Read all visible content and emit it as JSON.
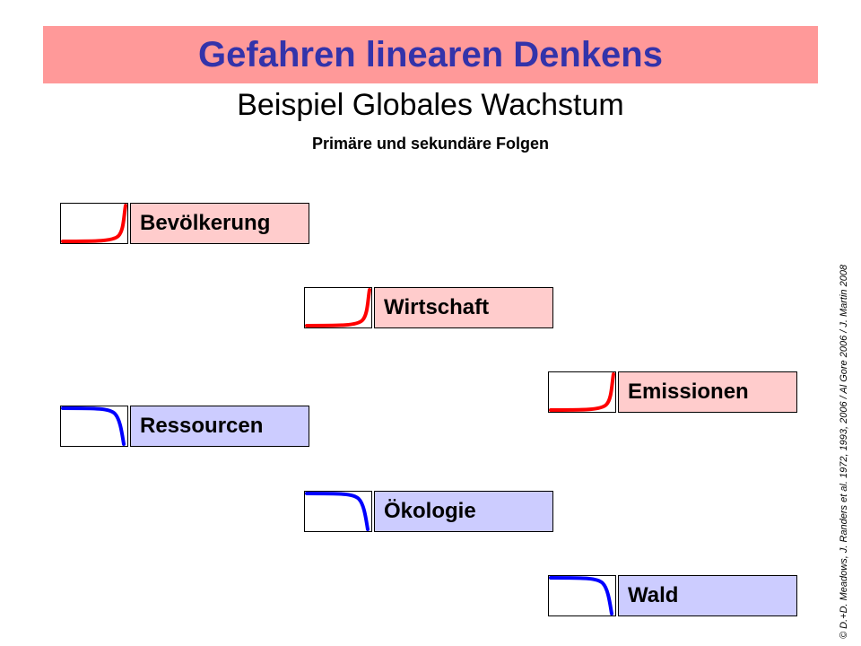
{
  "title": "Gefahren linearen Denkens",
  "subtitle": "Beispiel Globales Wachstum",
  "subsubtitle": "Primäre und sekundäre Folgen",
  "colors": {
    "title_bg": "#ff9999",
    "title_text": "#3333aa",
    "growth_curve": "#ff0000",
    "decline_curve": "#0000ff",
    "growth_box": "#ffcccc",
    "decline_box": "#ccccff"
  },
  "nodes": [
    {
      "label": "Bevölkerung",
      "trend": "growth"
    },
    {
      "label": "Wirtschaft",
      "trend": "growth"
    },
    {
      "label": "Emissionen",
      "trend": "growth"
    },
    {
      "label": "Ressourcen",
      "trend": "decline"
    },
    {
      "label": "Ökologie",
      "trend": "decline"
    },
    {
      "label": "Wald",
      "trend": "decline"
    }
  ],
  "credit": "© D.+D. Meadows, J. Randers et al. 1972, 1993, 2006  /  Al Gore 2006  /  J. Martin 2008"
}
